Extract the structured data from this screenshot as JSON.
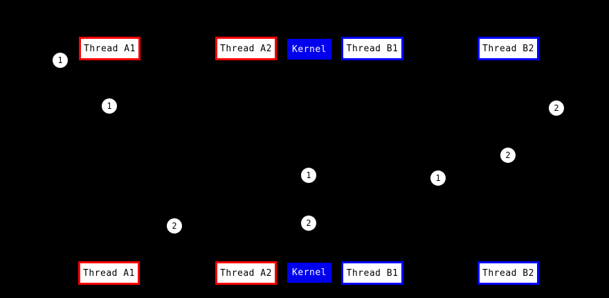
{
  "diagram": {
    "background": "#000000",
    "colors": {
      "user_thread_border": "#ff0000",
      "kernel_thread_border": "#0000ff",
      "kernel_fill": "#0000ee",
      "node_fill": "#ffffff",
      "node_text": "#000000",
      "kernel_text": "#ffffff",
      "marker_fill": "#ffffff",
      "marker_text": "#000000"
    },
    "top_row": [
      {
        "label": "Thread A1"
      },
      {
        "label": "Thread A2"
      },
      {
        "label": "Kernel"
      },
      {
        "label": "Thread B1"
      },
      {
        "label": "Thread B2"
      }
    ],
    "bottom_row": [
      {
        "label": "Thread A1"
      },
      {
        "label": "Thread A2"
      },
      {
        "label": "Kernel"
      },
      {
        "label": "Thread B1"
      },
      {
        "label": "Thread B2"
      }
    ],
    "markers": [
      {
        "label": "1"
      },
      {
        "label": "1"
      },
      {
        "label": "1"
      },
      {
        "label": "1"
      },
      {
        "label": "2"
      },
      {
        "label": "2"
      },
      {
        "label": "2"
      },
      {
        "label": "2"
      }
    ]
  }
}
